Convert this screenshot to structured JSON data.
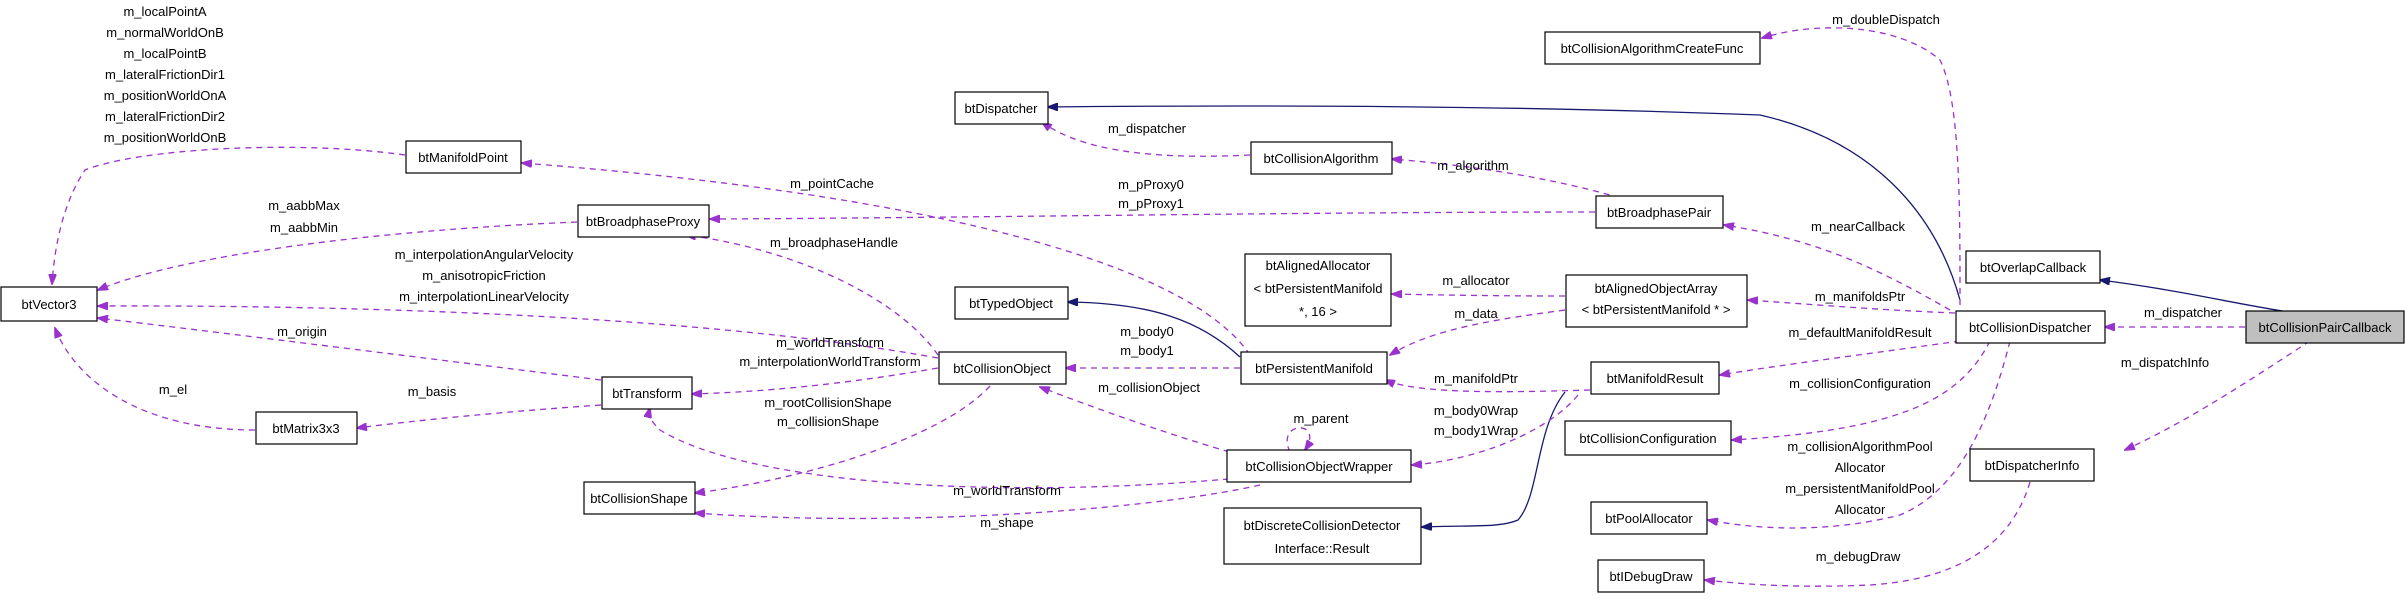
{
  "colors": {
    "use_edge": "#9a32cd",
    "inherit_edge": "#191970",
    "focus_fill": "#bfbfbf",
    "node_border": "#000000"
  },
  "nodes": {
    "btVector3": [
      "btVector3"
    ],
    "btManifoldPoint": [
      "btManifoldPoint"
    ],
    "btBroadphaseProxy": [
      "btBroadphaseProxy"
    ],
    "btMatrix3x3": [
      "btMatrix3x3"
    ],
    "btTransform": [
      "btTransform"
    ],
    "btCollisionShape": [
      "btCollisionShape"
    ],
    "btDispatcher": [
      "btDispatcher"
    ],
    "btTypedObject": [
      "btTypedObject"
    ],
    "btCollisionObject": [
      "btCollisionObject"
    ],
    "btCollisionAlgorithmCreateFunc": [
      "btCollisionAlgorithmCreateFunc"
    ],
    "btCollisionAlgorithm": [
      "btCollisionAlgorithm"
    ],
    "btAlignedAllocator": [
      "btAlignedAllocator",
      "< btPersistentManifold",
      "*, 16 >"
    ],
    "btPersistentManifold": [
      "btPersistentManifold"
    ],
    "btCollisionObjectWrapper": [
      "btCollisionObjectWrapper"
    ],
    "btDiscreteCollisionDetectorInterfaceResult": [
      "btDiscreteCollisionDetector",
      "Interface::Result"
    ],
    "btBroadphasePair": [
      "btBroadphasePair"
    ],
    "btAlignedObjectArray": [
      "btAlignedObjectArray",
      "< btPersistentManifold * >"
    ],
    "btManifoldResult": [
      "btManifoldResult"
    ],
    "btCollisionConfiguration": [
      "btCollisionConfiguration"
    ],
    "btPoolAllocator": [
      "btPoolAllocator"
    ],
    "btIDebugDraw": [
      "btIDebugDraw"
    ],
    "btOverlapCallback": [
      "btOverlapCallback"
    ],
    "btCollisionDispatcher": [
      "btCollisionDispatcher"
    ],
    "btDispatcherInfo": [
      "btDispatcherInfo"
    ],
    "btCollisionPairCallback": [
      "btCollisionPairCallback"
    ]
  },
  "edge_labels": {
    "vec_manifoldpoint": [
      "m_localPointA",
      "m_normalWorldOnB",
      "m_localPointB",
      "m_lateralFrictionDir1",
      "m_positionWorldOnA",
      "m_lateralFrictionDir2",
      "m_positionWorldOnB"
    ],
    "vec_proxy": [
      "m_aabbMax",
      "m_aabbMin"
    ],
    "vec_object": [
      "m_interpolationAngularVelocity",
      "m_anisotropicFriction",
      "m_interpolationLinearVelocity"
    ],
    "vec_transform": [
      "m_origin"
    ],
    "vec_matrix": [
      "m_el"
    ],
    "matrix_transform": [
      "m_basis"
    ],
    "transform_object": [
      "m_worldTransform",
      "m_interpolationWorldTransform"
    ],
    "proxy_object": [
      "m_broadphaseHandle"
    ],
    "shape_object": [
      "m_rootCollisionShape",
      "m_collisionShape"
    ],
    "manifoldpoint_manifold": [
      "m_pointCache"
    ],
    "proxy_pair": [
      "m_pProxy0",
      "m_pProxy1"
    ],
    "dispatcher_algorithm": [
      "m_dispatcher"
    ],
    "algorithm_pair": [
      "m_algorithm"
    ],
    "object_manifold": [
      "m_body0",
      "m_body1"
    ],
    "object_wrapper": [
      "m_collisionObject"
    ],
    "wrapper_self": [
      "m_parent"
    ],
    "transform_wrapper": [
      "m_worldTransform"
    ],
    "shape_wrapper": [
      "m_shape"
    ],
    "allocator_array": [
      "m_allocator"
    ],
    "manifold_array": [
      "m_data"
    ],
    "manifold_result": [
      "m_manifoldPtr"
    ],
    "wrapper_result": [
      "m_body0Wrap",
      "m_body1Wrap"
    ],
    "createfunc_dispatcher": [
      "m_doubleDispatch"
    ],
    "pair_dispatcher": [
      "m_nearCallback"
    ],
    "array_dispatcher": [
      "m_manifoldsPtr"
    ],
    "result_dispatcher": [
      "m_defaultManifoldResult"
    ],
    "config_dispatcher": [
      "m_collisionConfiguration"
    ],
    "pool_dispatcher": [
      "m_collisionAlgorithmPool",
      "Allocator",
      "m_persistentManifoldPool",
      "Allocator"
    ],
    "dispatcher_callback": [
      "m_dispatcher"
    ],
    "info_callback": [
      "m_dispatchInfo"
    ],
    "debugdraw_info": [
      "m_debugDraw"
    ]
  }
}
